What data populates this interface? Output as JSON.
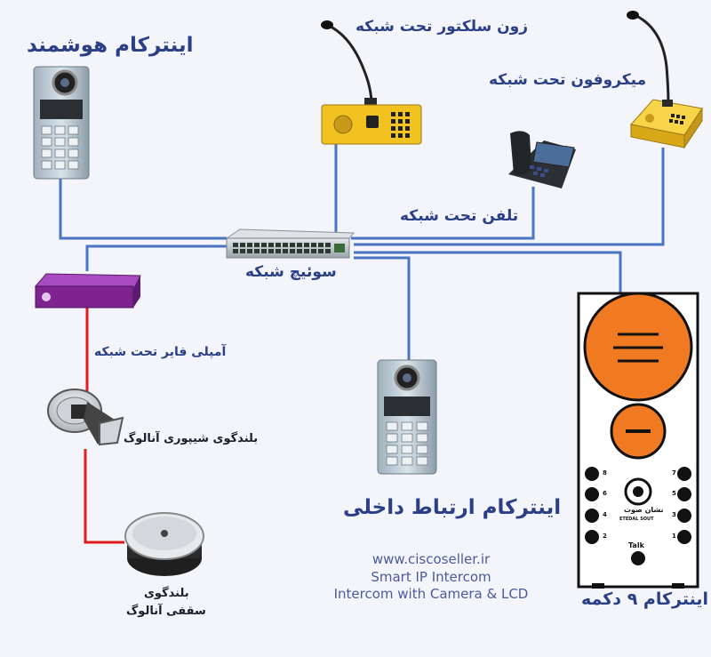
{
  "labels": {
    "smart_intercom": "اینترکام  هوشمند",
    "zone_selector": "زون سلکتور  تحت شبکه",
    "network_mic": "میکروفون تحت شبکه",
    "network_phone": "تلفن تحت شبکه",
    "network_switch": "سوئیچ شبکه",
    "network_amp": "آمپلی فایر تحت شبکه",
    "horn_speaker": "بلندگوی شیپوری آنالوگ",
    "ceiling_speaker_1": "بلندگوی",
    "ceiling_speaker_2": "سقفی آنالوگ",
    "internal_intercom": "اینترکام ارتباط داخلی",
    "intercom_9_button": "اینترکام ۹ دکمه"
  },
  "footer": {
    "website": "www.ciscoseller.ir",
    "line2": "Smart IP Intercom",
    "line3": "Intercom with Camera & LCD"
  },
  "panel": {
    "logo_text": "نشان صوت",
    "logo_sub": "ETEDAL SOUT",
    "talk_label": "Talk",
    "button_numbers": [
      "8",
      "7",
      "6",
      "5",
      "4",
      "3",
      "2",
      "1"
    ]
  },
  "colors": {
    "wire_network": "#4a74c4",
    "wire_analog": "#e01b1b",
    "panel_orange": "#f07a22",
    "device_yellow": "#f2c320",
    "amp_purple": "#8a2a9e"
  }
}
